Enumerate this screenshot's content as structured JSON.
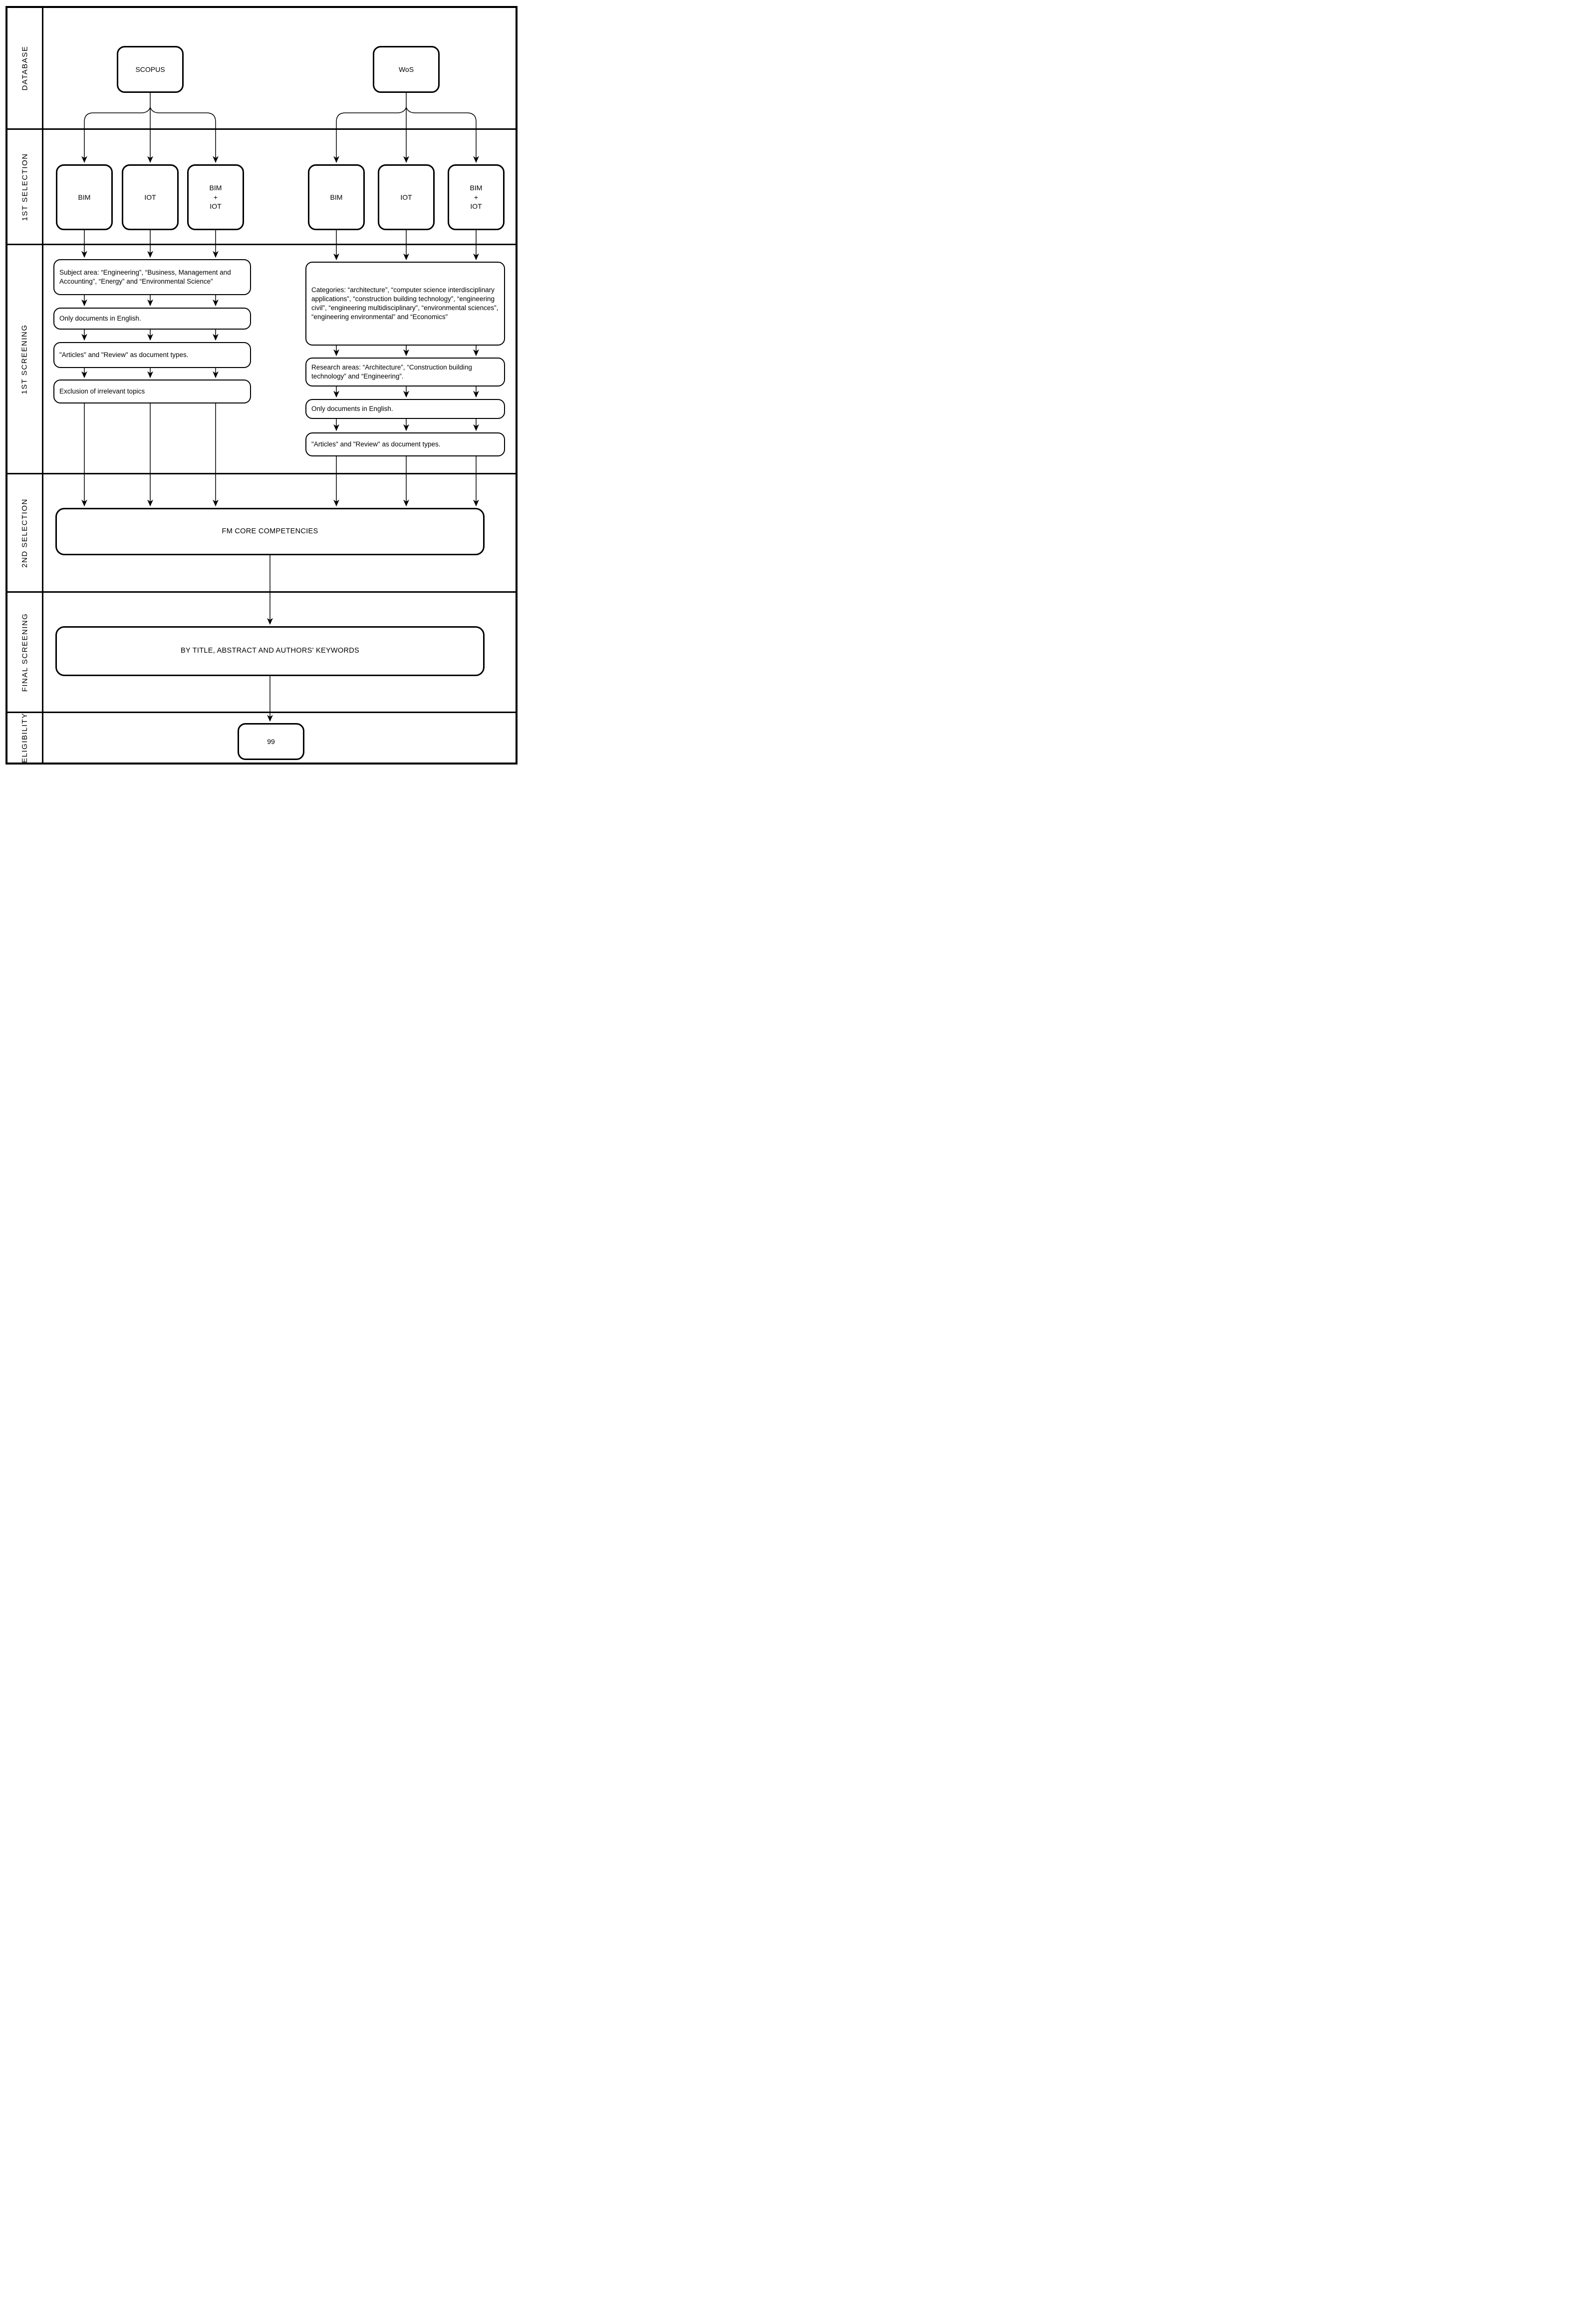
{
  "diagram": {
    "sections": [
      {
        "label": "DATABASE"
      },
      {
        "label": "1ST SELECTION"
      },
      {
        "label": "1ST SCREENING"
      },
      {
        "label": "2ND SELECTION"
      },
      {
        "label": "FINAL SCREENING"
      },
      {
        "label": "ELIGIBILITY"
      }
    ],
    "databases": [
      {
        "label": "SCOPUS"
      },
      {
        "label": "WoS"
      }
    ],
    "first_selection": {
      "scopus": [
        "BIM",
        "IOT",
        "BIM\n+\nIOT"
      ],
      "wos": [
        "BIM",
        "IOT",
        "BIM\n+\nIOT"
      ]
    },
    "first_screening": {
      "scopus": [
        "Subject area: “Engineering”, “Business, Management and Accounting”, “Energy” and “Environmental Science”",
        "Only documents in English.",
        "\"Articles\" and \"Review\" as document types.",
        "Exclusion of irrelevant topics"
      ],
      "wos": [
        "Categories: “architecture”, “computer science interdisciplinary applications”, “construction building technology”, “engineering civil”, “engineering multidisciplinary”, “environmental sciences”, “engineering environmental” and “Economics”",
        "Research areas: “Architecture”, “Construction building technology” and “Engineering”.",
        "Only documents in English.",
        "\"Articles\" and \"Review\" as document types."
      ]
    },
    "second_selection": {
      "label": "FM CORE COMPETENCIES"
    },
    "final_screening": {
      "label": "BY TITLE, ABSTRACT AND AUTHORS' KEYWORDS"
    },
    "eligibility": {
      "result": "99"
    }
  }
}
